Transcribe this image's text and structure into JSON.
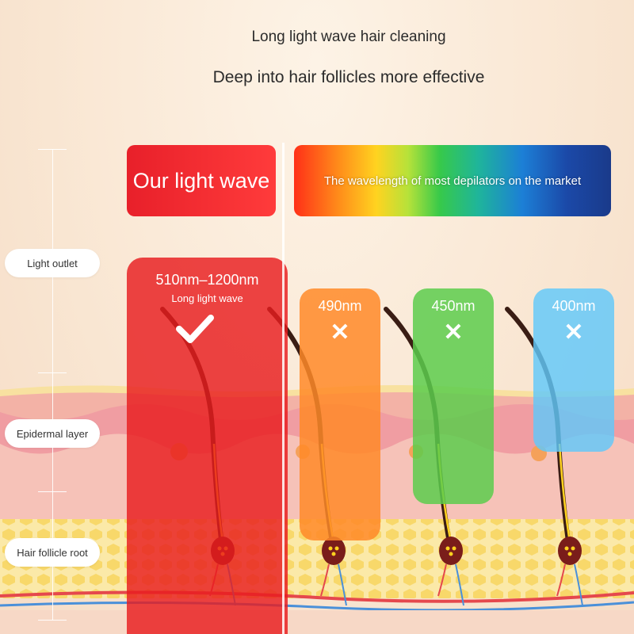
{
  "header": {
    "title": "Long light wave hair cleaning",
    "subtitle": "Deep into hair follicles more effective"
  },
  "bands": {
    "ours": "Our light wave",
    "market": "The wavelength of most depilators on the market"
  },
  "side_labels": {
    "light_outlet": "Light outlet",
    "epidermal": "Epidermal layer",
    "follicle_root": "Hair follicle root"
  },
  "columns": {
    "red": {
      "range": "510nm–1200nm",
      "desc": "Long light wave",
      "result": "check"
    },
    "orange": {
      "wavelength": "490nm",
      "result": "✕"
    },
    "green": {
      "wavelength": "450nm",
      "result": "✕"
    },
    "blue": {
      "wavelength": "400nm",
      "result": "✕"
    }
  },
  "colors": {
    "red": "#e81c1e",
    "orange": "#ff8a28",
    "green": "#5ccc4c",
    "blue": "#60c8fa"
  }
}
